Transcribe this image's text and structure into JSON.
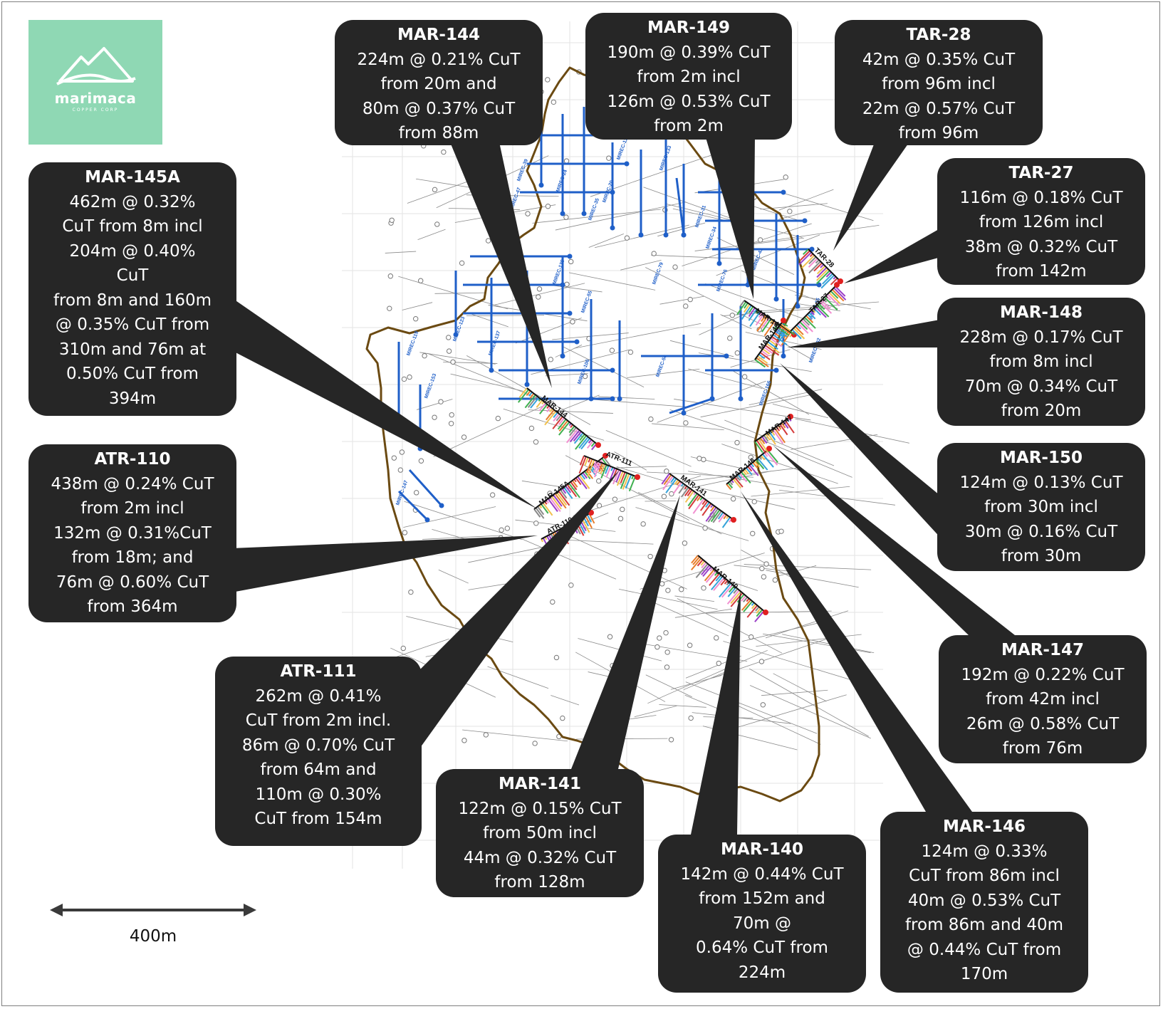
{
  "logo": {
    "brand": "marimaca",
    "tagline": "COPPER CORP",
    "icon": "mountain-logo-icon",
    "background_color": "#8fd8b4"
  },
  "colors": {
    "callout_bg": "#262626",
    "callout_text": "#ffffff",
    "boundary": "#6b4a12",
    "trench": "#1f5fc8",
    "drillhole_grey": "#9a9a9a"
  },
  "scale": {
    "label": "400m"
  },
  "map_labels": {
    "holes": [
      "MAR-144",
      "MAR-149",
      "TAR-28",
      "TAR-27",
      "MAR-148",
      "MAR-145A",
      "ATR-111",
      "ATR-110",
      "MAR-141",
      "MAR-146",
      "MAR-147",
      "MAR-140"
    ],
    "trenches": [
      "MIREC-17",
      "MIREC-11",
      "MIREC-39",
      "MIREC-24",
      "MIREC-20",
      "MIREC-35",
      "MIREC-47",
      "MIREC-34",
      "MIREC-76",
      "MIREC-135",
      "MIREC-55",
      "MIREC-106",
      "MIREC-137",
      "MIREC-153",
      "MIREC-119",
      "MIREC-123",
      "MIREC-79",
      "MIREC-43",
      "MIREC-15",
      "MIREC-102",
      "MIREC-147",
      "MIREC-166",
      "MIREC-133",
      "MIREC-31",
      "MIREC-56"
    ]
  },
  "callouts": [
    {
      "hole": "MAR-144",
      "lines": [
        "224m @ 0.21% CuT",
        "from 20m and",
        "80m @ 0.37% CuT",
        "from 88m"
      ]
    },
    {
      "hole": "MAR-149",
      "lines": [
        "190m @ 0.39% CuT",
        "from 2m incl",
        "126m @ 0.53% CuT",
        "from 2m"
      ]
    },
    {
      "hole": "TAR-28",
      "lines": [
        "42m @ 0.35% CuT",
        "from 96m incl",
        "22m @ 0.57% CuT",
        "from 96m"
      ]
    },
    {
      "hole": "TAR-27",
      "lines": [
        "116m @ 0.18% CuT",
        "from 126m incl",
        "38m @ 0.32% CuT",
        "from 142m"
      ]
    },
    {
      "hole": "MAR-145A",
      "lines": [
        "462m @ 0.32%",
        "CuT from 8m incl",
        "204m @ 0.40%",
        "CuT",
        "from 8m and 160m",
        "@ 0.35% CuT from",
        "310m and 76m at",
        "0.50% CuT from",
        "394m"
      ]
    },
    {
      "hole": "MAR-148",
      "lines": [
        "228m @ 0.17% CuT",
        "from 8m incl",
        "70m @ 0.34% CuT",
        "from 20m"
      ]
    },
    {
      "hole": "MAR-150",
      "lines": [
        "124m @ 0.13% CuT",
        "from 30m incl",
        "30m @ 0.16% CuT",
        "from 30m"
      ]
    },
    {
      "hole": "ATR-110",
      "lines": [
        "438m @ 0.24% CuT",
        "from 2m incl",
        "132m @ 0.31%CuT",
        "from 18m; and",
        "76m @ 0.60% CuT",
        "from 364m"
      ]
    },
    {
      "hole": "MAR-147",
      "lines": [
        "192m @ 0.22% CuT",
        "from 42m incl",
        "26m @ 0.58% CuT",
        "from 76m"
      ]
    },
    {
      "hole": "ATR-111",
      "lines": [
        "262m @ 0.41%",
        "CuT from 2m incl.",
        "86m @ 0.70% CuT",
        "from 64m and",
        "110m @ 0.30%",
        "CuT from 154m"
      ]
    },
    {
      "hole": "MAR-141",
      "lines": [
        "122m @ 0.15% CuT",
        "from 50m incl",
        "44m @ 0.32% CuT",
        "from 128m"
      ]
    },
    {
      "hole": "MAR-140",
      "lines": [
        "142m @ 0.44% CuT",
        "from 152m and",
        "70m @",
        "0.64% CuT from",
        "224m"
      ]
    },
    {
      "hole": "MAR-146",
      "lines": [
        "124m @ 0.33%",
        "CuT from 86m incl",
        "40m @ 0.53% CuT",
        "from 86m and 40m",
        "@ 0.44% CuT from",
        "170m"
      ]
    }
  ]
}
